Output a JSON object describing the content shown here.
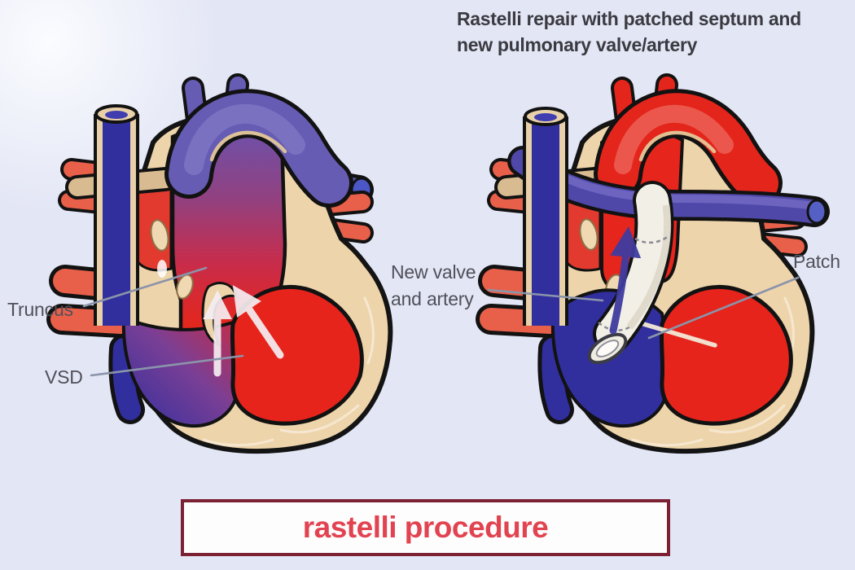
{
  "figure": {
    "title": "Rastelli repair with patched septum and new pulmonary valve/artery",
    "caption": "rastelli procedure"
  },
  "left_heart": {
    "labels": {
      "truncus": "Truncus",
      "vsd": "VSD"
    }
  },
  "right_heart": {
    "labels": {
      "new_valve_and_artery": "New valve and artery",
      "patch": "Patch"
    }
  },
  "colors": {
    "background": "#e3e6f5",
    "oxygenated_red": "#e6241c",
    "deoxygenated_blue": "#312f9e",
    "mixed_purple": "#665cb4",
    "vessel_coral": "#e8604a",
    "myocardium_cream": "#eed4aa",
    "conduit_white": "#f2efe6",
    "title_text": "#3a3a40",
    "label_text": "#50505a",
    "leader_line": "#8a94aa",
    "caption_text": "#e24350",
    "caption_border": "#7c2133",
    "caption_background": "#fdfdfe"
  }
}
